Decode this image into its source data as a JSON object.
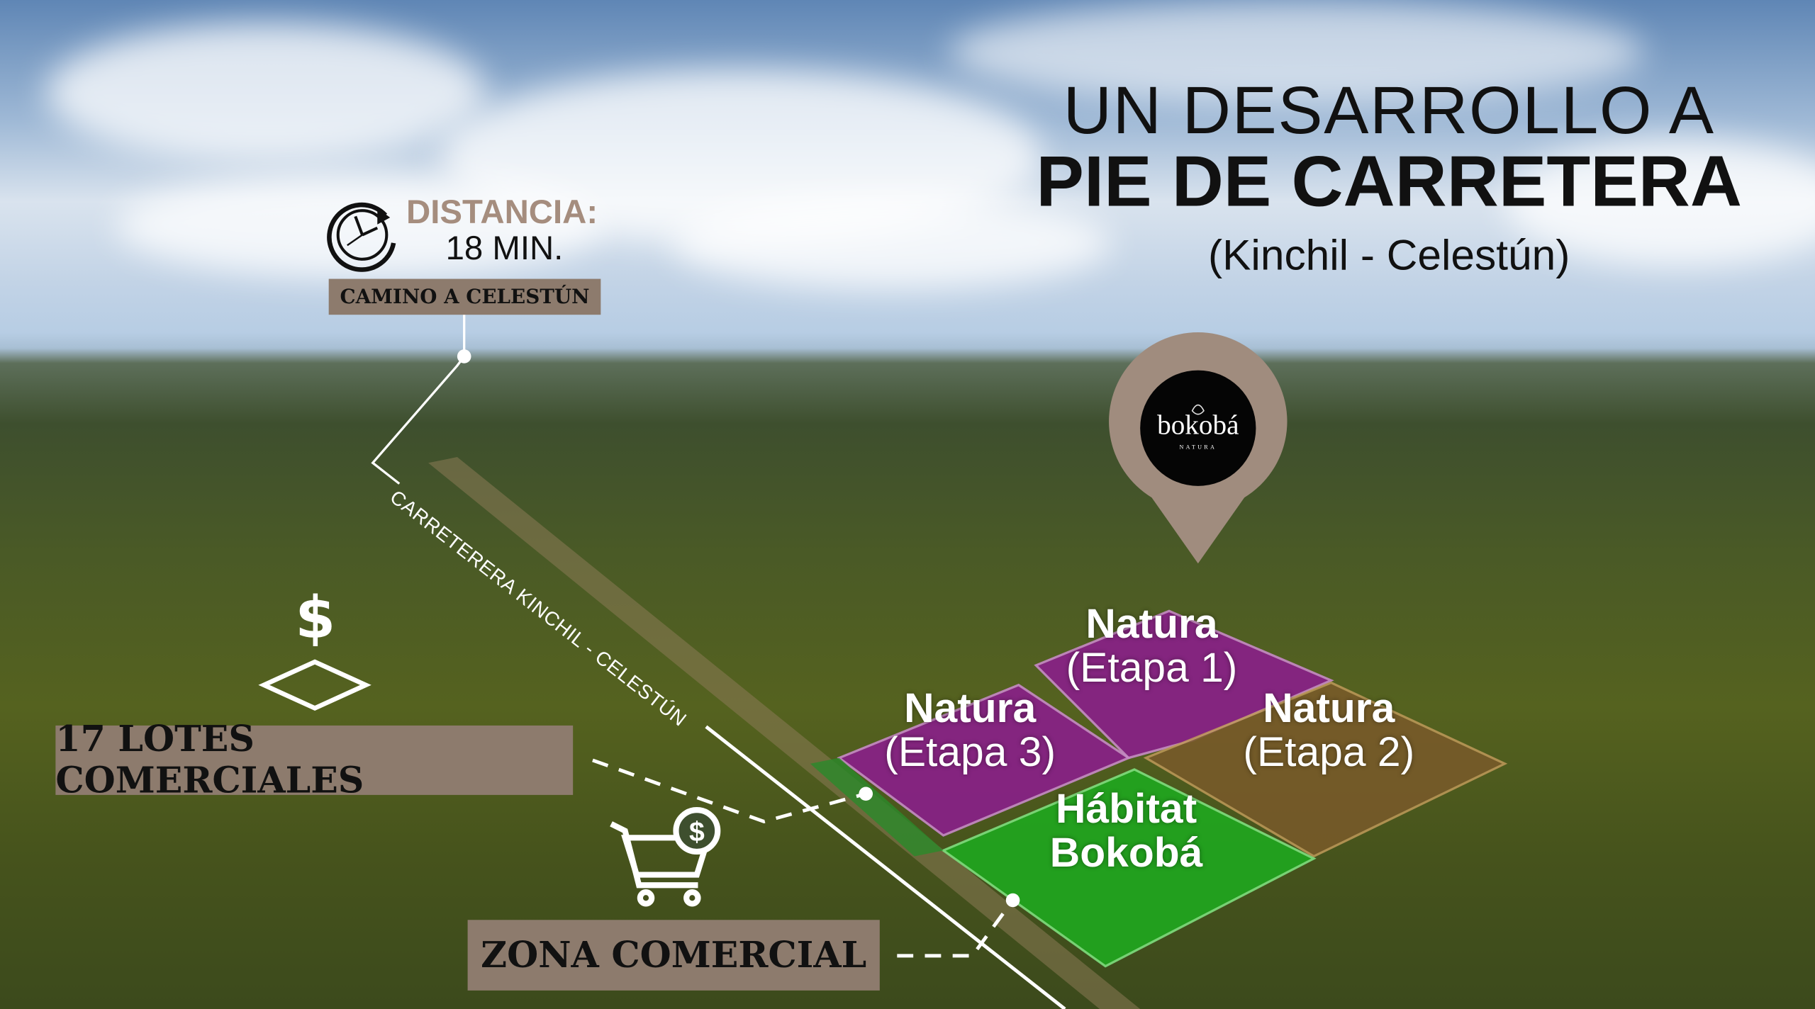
{
  "headline": {
    "line1": "UN DESARROLLO A",
    "line2": "PIE DE CARRETERA",
    "line3": "(Kinchil - Celestún)"
  },
  "distance": {
    "label": "DISTANCIA:",
    "value": "18 MIN.",
    "caption": "CAMINO A CELESTÚN",
    "icon": "clock-icon"
  },
  "road_label": "CARRETERERA KINCHIL - CELESTÚN",
  "commercial_lots": {
    "label": "17 LOTES COMERCIALES",
    "icons": [
      "dollar-icon",
      "lot-diamond-icon"
    ]
  },
  "commercial_zone": {
    "label": "ZONA COMERCIAL",
    "icon": "shopping-cart-icon"
  },
  "logo": {
    "name": "bokobá",
    "subtitle": "NATURA"
  },
  "plots": [
    {
      "title": "Natura",
      "subtitle": "(Etapa 1)",
      "color": "#8a1f8a"
    },
    {
      "title": "Natura",
      "subtitle": "(Etapa 3)",
      "color": "#8a1f8a"
    },
    {
      "title": "Natura",
      "subtitle": "(Etapa 2)",
      "color": "#8a6a35"
    },
    {
      "title": "Hábitat",
      "subtitle": "Bokobá",
      "color": "#1fa81f"
    }
  ],
  "colors": {
    "accent": "#8d7b6d",
    "accent_text": "#a58d7e"
  }
}
